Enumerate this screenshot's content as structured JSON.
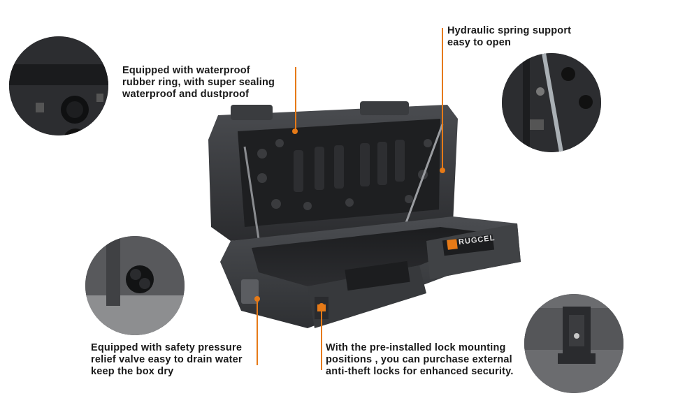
{
  "callouts": {
    "waterproof": "Equipped with waterproof\nrubber ring, with super sealing\nwaterproof and dustproof",
    "hydraulic": "Hydraulic spring support\neasy to open",
    "valve": "Equipped with safety pressure\nrelief valve easy to drain water\nkeep the box dry",
    "lock": "With the pre-installed lock mounting\npositions , you can purchase external\nanti-theft locks for enhanced security."
  },
  "brand": {
    "logo_text": "RUGCEL"
  },
  "colors": {
    "accent": "#e67a17",
    "box_body": "#3d3f42",
    "box_dark": "#222325"
  }
}
